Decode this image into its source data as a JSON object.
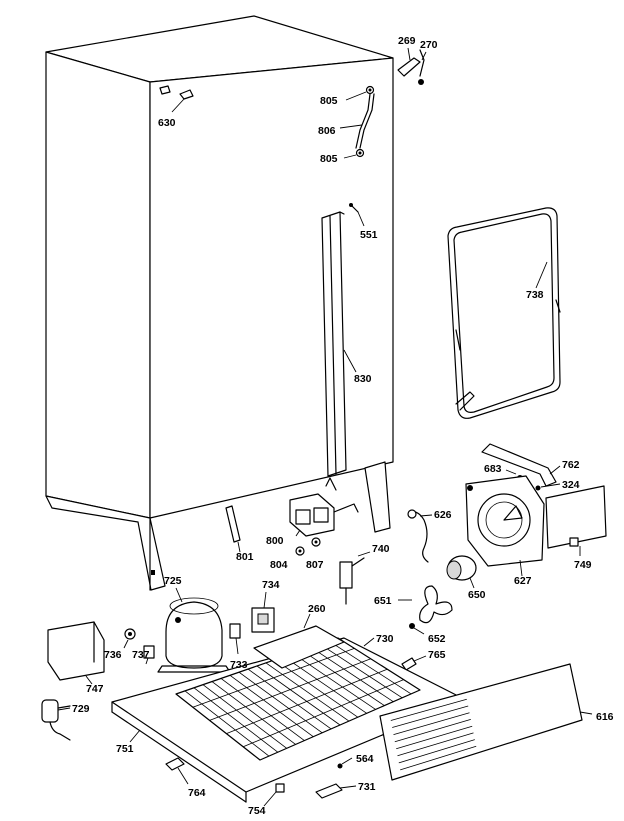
{
  "labels": [
    {
      "id": "269",
      "text": "269"
    },
    {
      "id": "270",
      "text": "270"
    },
    {
      "id": "630",
      "text": "630"
    },
    {
      "id": "805a",
      "text": "805"
    },
    {
      "id": "806",
      "text": "806"
    },
    {
      "id": "805b",
      "text": "805"
    },
    {
      "id": "551",
      "text": "551"
    },
    {
      "id": "738",
      "text": "738"
    },
    {
      "id": "830",
      "text": "830"
    },
    {
      "id": "762",
      "text": "762"
    },
    {
      "id": "683",
      "text": "683"
    },
    {
      "id": "324",
      "text": "324"
    },
    {
      "id": "626",
      "text": "626"
    },
    {
      "id": "749",
      "text": "749"
    },
    {
      "id": "627",
      "text": "627"
    },
    {
      "id": "801",
      "text": "801"
    },
    {
      "id": "800",
      "text": "800"
    },
    {
      "id": "804",
      "text": "804"
    },
    {
      "id": "807",
      "text": "807"
    },
    {
      "id": "740",
      "text": "740"
    },
    {
      "id": "650",
      "text": "650"
    },
    {
      "id": "725",
      "text": "725"
    },
    {
      "id": "734",
      "text": "734"
    },
    {
      "id": "260",
      "text": "260"
    },
    {
      "id": "651",
      "text": "651"
    },
    {
      "id": "652",
      "text": "652"
    },
    {
      "id": "730",
      "text": "730"
    },
    {
      "id": "765",
      "text": "765"
    },
    {
      "id": "736",
      "text": "736"
    },
    {
      "id": "737",
      "text": "737"
    },
    {
      "id": "733",
      "text": "733"
    },
    {
      "id": "747",
      "text": "747"
    },
    {
      "id": "729",
      "text": "729"
    },
    {
      "id": "616",
      "text": "616"
    },
    {
      "id": "751",
      "text": "751"
    },
    {
      "id": "564",
      "text": "564"
    },
    {
      "id": "731",
      "text": "731"
    },
    {
      "id": "764",
      "text": "764"
    },
    {
      "id": "754",
      "text": "754"
    }
  ]
}
